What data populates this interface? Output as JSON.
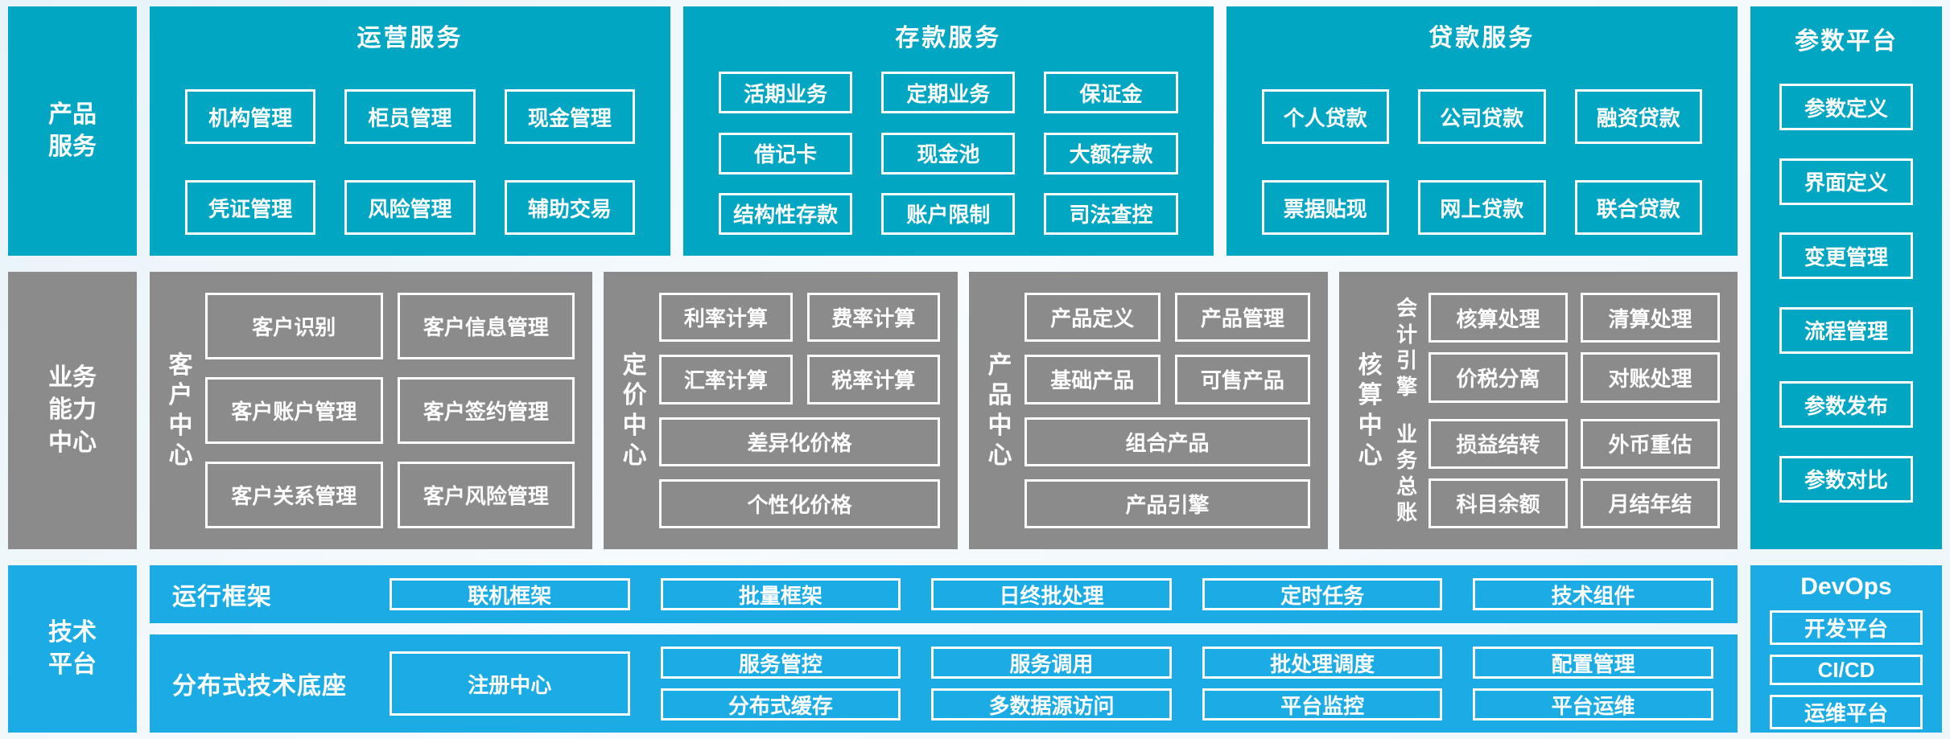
{
  "colors": {
    "teal": "#00a6c2",
    "gray": "#8b8b8b",
    "blue": "#1bace6",
    "text": "#ffffff"
  },
  "rails": {
    "r1": "产品服务",
    "r2": "业务能力中心",
    "r3": "技术平台"
  },
  "top_sections": [
    {
      "title": "运营服务",
      "rows": [
        [
          "机构管理",
          "柜员管理",
          "现金管理"
        ],
        [
          "凭证管理",
          "风险管理",
          "辅助交易"
        ]
      ]
    },
    {
      "title": "存款服务",
      "rows": [
        [
          "活期业务",
          "定期业务",
          "保证金"
        ],
        [
          "借记卡",
          "现金池",
          "大额存款"
        ],
        [
          "结构性存款",
          "账户限制",
          "司法查控"
        ]
      ]
    },
    {
      "title": "贷款服务",
      "rows": [
        [
          "个人贷款",
          "公司贷款",
          "融资贷款"
        ],
        [
          "票据贴现",
          "网上贷款",
          "联合贷款"
        ]
      ]
    }
  ],
  "param_platform": {
    "title": "参数平台",
    "items": [
      "参数定义",
      "界面定义",
      "变更管理",
      "流程管理",
      "参数发布",
      "参数对比"
    ]
  },
  "capability": {
    "customer": {
      "label": "客户中心",
      "boxes": [
        "客户识别",
        "客户信息管理",
        "客户账户管理",
        "客户签约管理",
        "客户关系管理",
        "客户风险管理"
      ]
    },
    "pricing": {
      "label": "定价中心",
      "boxes": [
        "利率计算",
        "费率计算",
        "汇率计算",
        "税率计算"
      ],
      "full": [
        "差异化价格",
        "个性化价格"
      ]
    },
    "product": {
      "label": "产品中心",
      "boxes": [
        "产品定义",
        "产品管理",
        "基础产品",
        "可售产品"
      ],
      "full": [
        "组合产品",
        "产品引擎"
      ]
    },
    "accounting": {
      "label": "核算中心",
      "engine": {
        "label": "会计引擎",
        "boxes": [
          "核算处理",
          "清算处理",
          "价税分离",
          "对账处理"
        ]
      },
      "ledger": {
        "label": "业务总账",
        "boxes": [
          "损益结转",
          "外币重估",
          "科目余额",
          "月结年结"
        ]
      }
    }
  },
  "runtime": {
    "label": "运行框架",
    "items": [
      "联机框架",
      "批量框架",
      "日终批处理",
      "定时任务",
      "技术组件"
    ]
  },
  "distributed": {
    "label": "分布式技术底座",
    "registry": "注册中心",
    "pairs": [
      [
        "服务管控",
        "分布式缓存"
      ],
      [
        "服务调用",
        "多数据源访问"
      ],
      [
        "批处理调度",
        "平台监控"
      ],
      [
        "配置管理",
        "平台运维"
      ]
    ]
  },
  "devops": {
    "title": "DevOps",
    "items": [
      "开发平台",
      "CI/CD",
      "运维平台"
    ]
  }
}
